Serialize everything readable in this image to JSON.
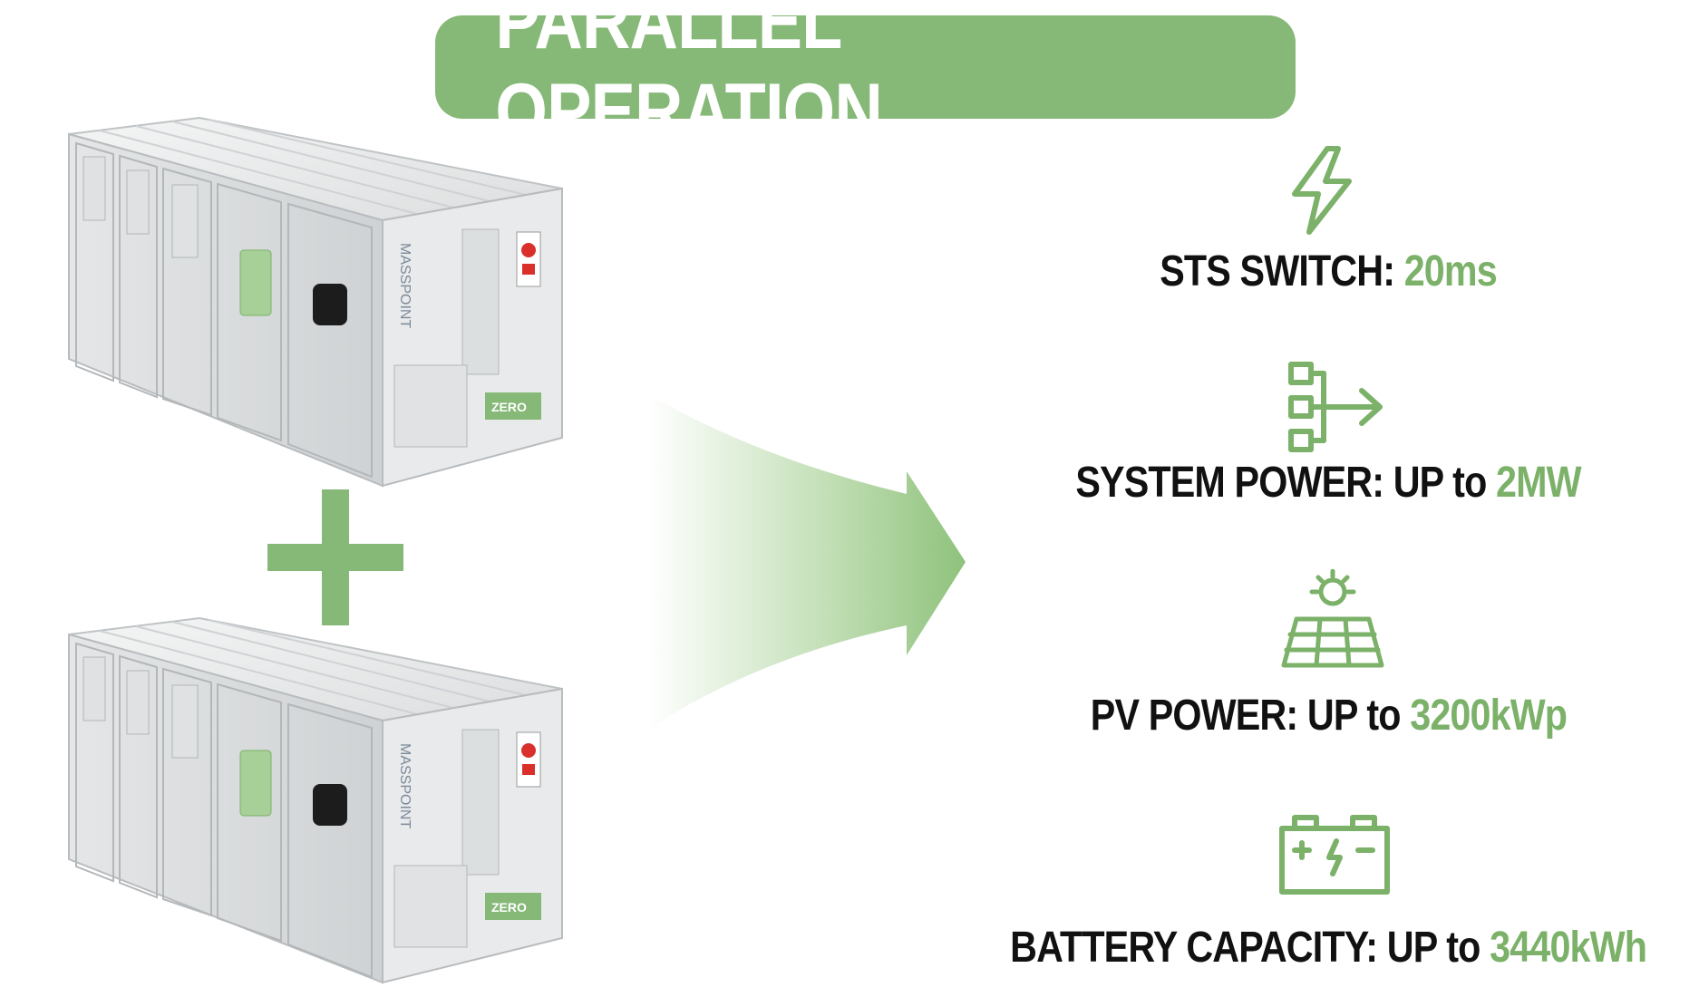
{
  "title": "PARALLEL OPERATION",
  "colors": {
    "accent": "#86b877",
    "value_text": "#7bb168",
    "text": "#111111"
  },
  "containers": [
    {
      "brand": "MASSPOINT",
      "badge": "ZERO"
    },
    {
      "brand": "MASSPOINT",
      "badge": "ZERO"
    }
  ],
  "features": [
    {
      "icon": "lightning-icon",
      "label": "STS SWITCH:",
      "value": "20ms"
    },
    {
      "icon": "system-flow-icon",
      "label": "SYSTEM POWER: UP to",
      "value": "2MW"
    },
    {
      "icon": "solar-panel-icon",
      "label": "PV POWER: UP to",
      "value": "3200kWp"
    },
    {
      "icon": "battery-icon",
      "label": "BATTERY CAPACITY: UP to",
      "value": "3440kWh"
    }
  ]
}
